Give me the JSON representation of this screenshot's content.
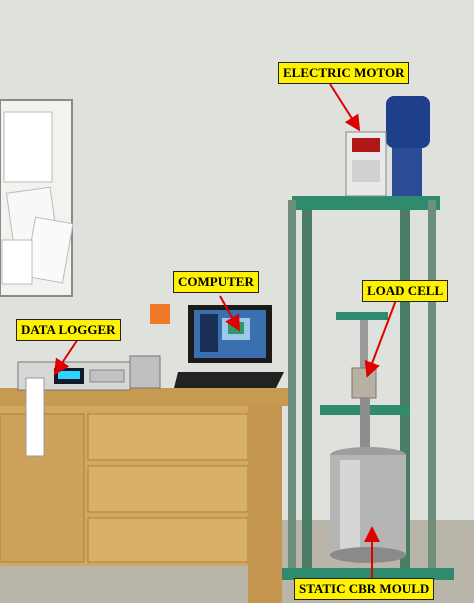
{
  "labels": {
    "electric_motor": "ELECTRIC MOTOR",
    "computer": "COMPUTER",
    "data_logger": "DATA LOGGER",
    "load_cell": "LOAD CELL",
    "static_cbr_mould": "STATIC CBR MOULD"
  },
  "colors": {
    "label_bg": "#fff200",
    "arrow": "#e00000",
    "frame_green": "#2e8b6e",
    "motor_blue": "#1e3f8a"
  }
}
